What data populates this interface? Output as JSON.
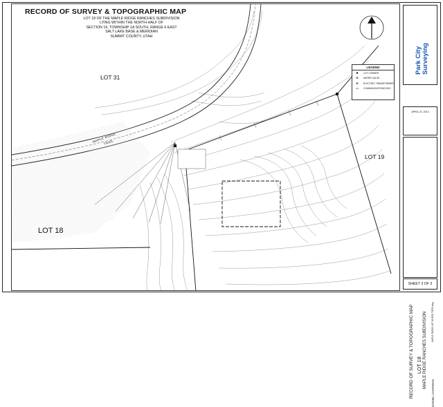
{
  "title": {
    "main": "RECORD OF SURVEY & TOPOGRAPHIC MAP",
    "sub_lines": [
      "LOT 18 OF THE MAPLE RIDGE RANCHES SUBDIVISION",
      "LYING WITHIN THE NORTH HALF OF",
      "SECTION 16, TOWNSHIP 1A SOUTH, RANGE 6 EAST",
      "SALT LAKE BASE & MERIDIAN",
      "SUMMIT COUNTY, UTAH"
    ]
  },
  "lots": {
    "lot31": "LOT 31",
    "lot19": "LOT 19",
    "lot18": "LOT 18"
  },
  "trail": {
    "line1": "MAPLE RIDGE",
    "line2": "TRAIL"
  },
  "legend": {
    "title": "LEGEND",
    "items": [
      {
        "symbol": "■",
        "label": "LOT CORNER"
      },
      {
        "symbol": "⊗",
        "label": "WATER VALVE"
      },
      {
        "symbol": "⊕",
        "label": "ELECTRIC TRANSFORMER"
      },
      {
        "symbol": "▭",
        "label": "COMMUNICATIONS BOX"
      }
    ]
  },
  "right_panel": {
    "logo_line1": "Park City",
    "logo_line2": "Surveying",
    "prepared_date": "APRIL 22, 2013",
    "sheet_title_1": "RECORD OF SURVEY & TOPOGRAPHIC MAP",
    "sheet_title_2": "LOT 18",
    "sheet_title_3": "MAPLE RIDGE RANCHES SUBDIVISION",
    "client": "DANIEL CHAPMAN",
    "file_ref": "MAPLE RIDGE LOT 18 ROS TOPO.dwg",
    "sheet_number": "SHEET 3 OF 3"
  },
  "colors": {
    "brand": "#1a56b0",
    "line": "#222222",
    "contour": "#888888",
    "hatch": "#9a9a9a"
  }
}
